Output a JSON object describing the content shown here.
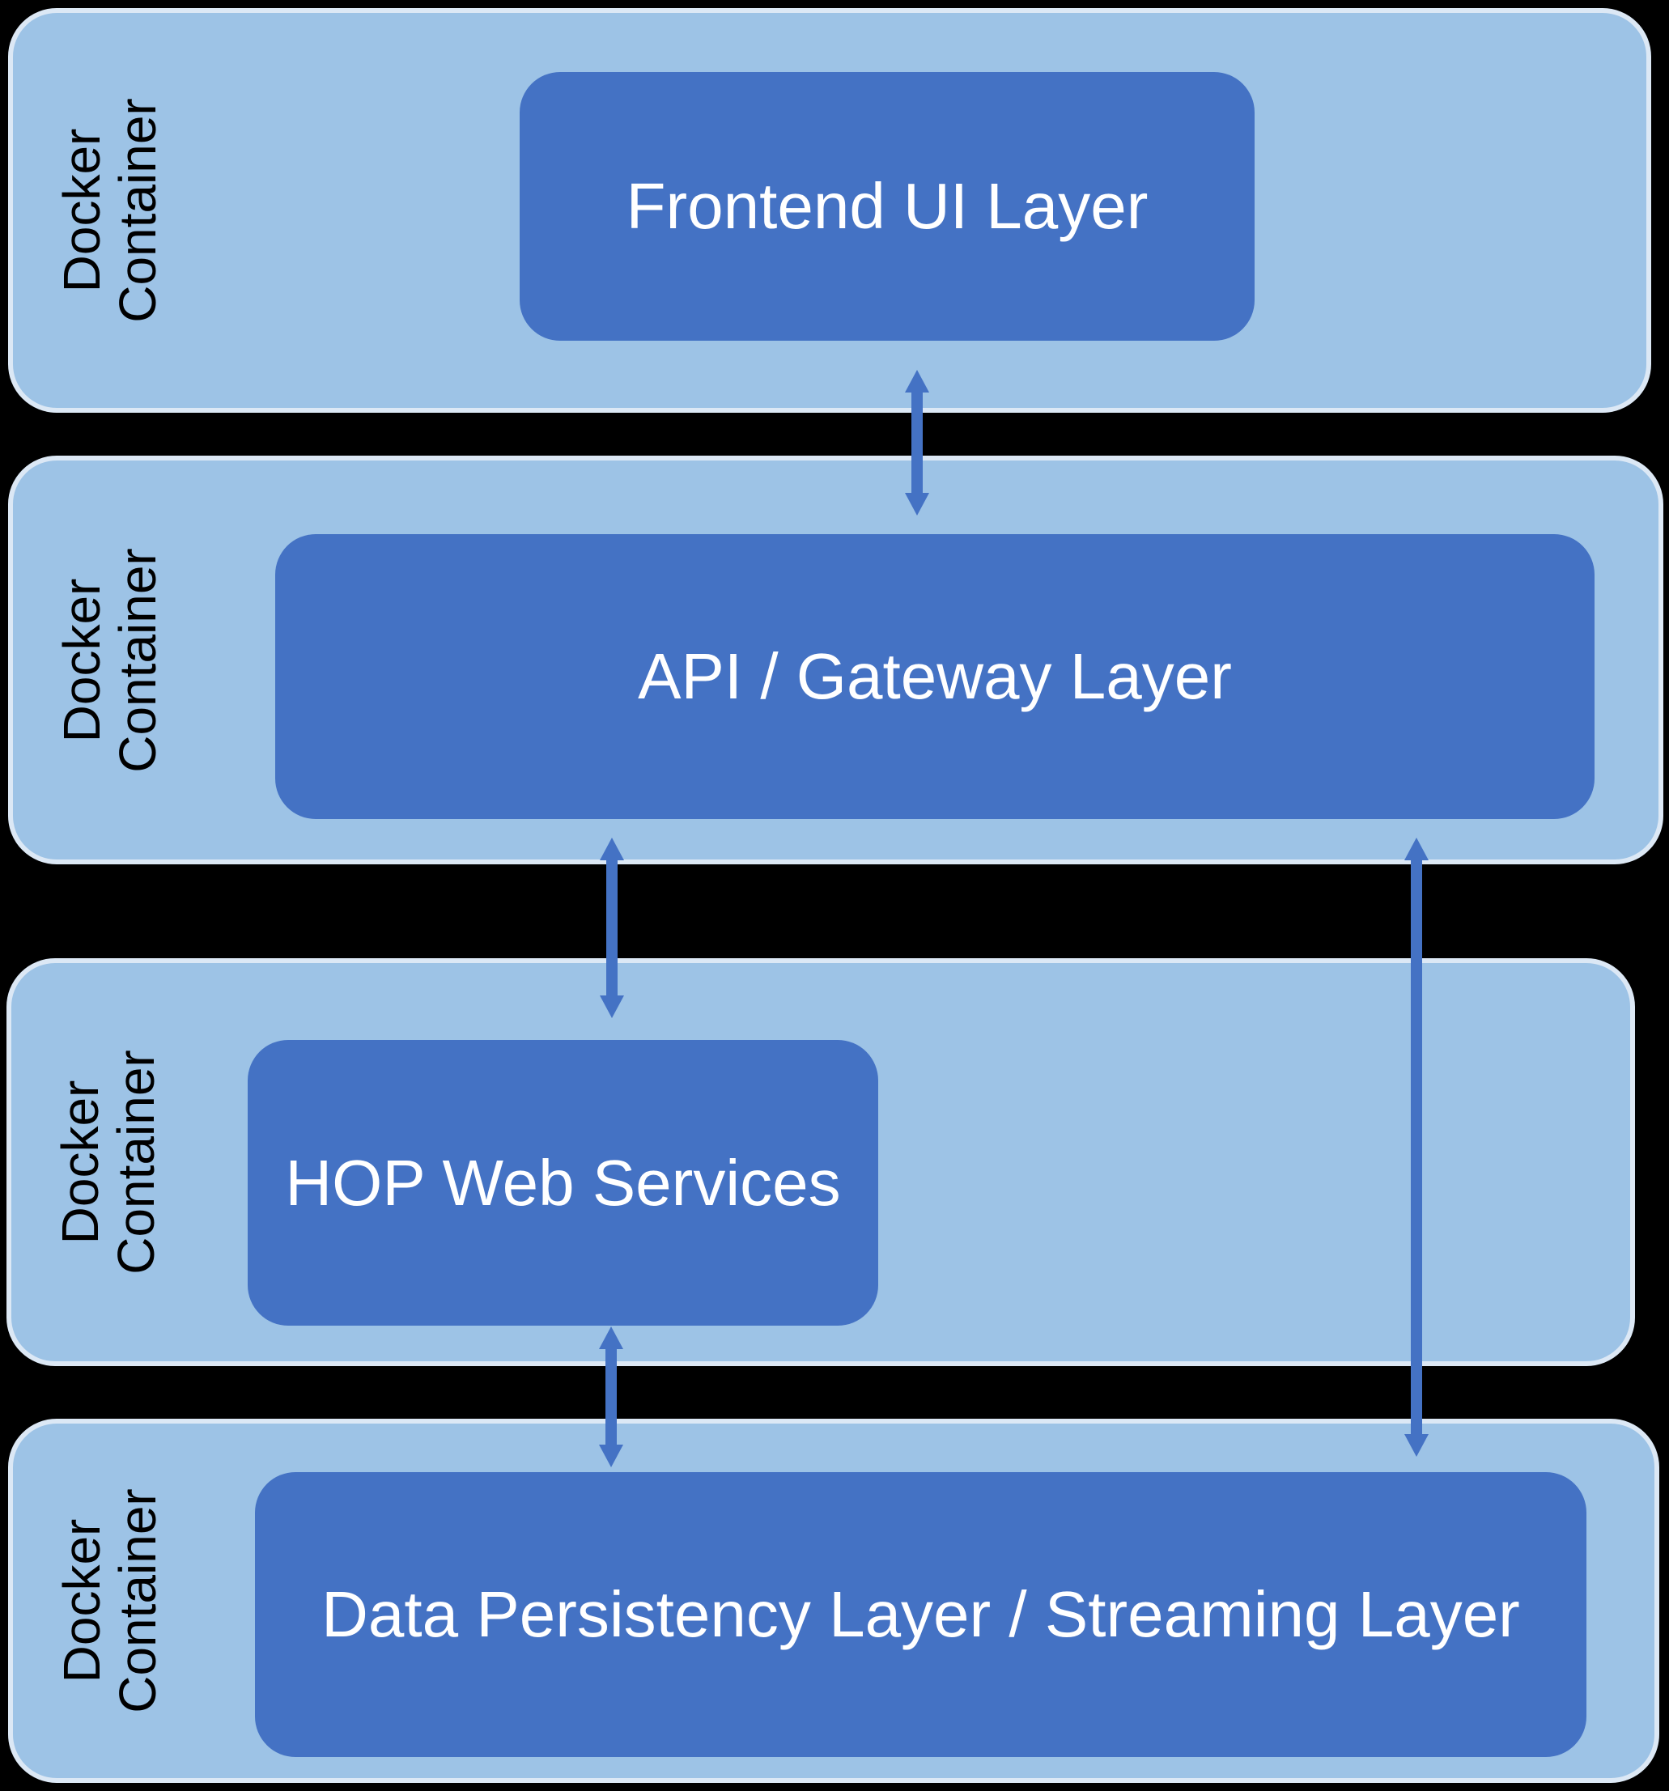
{
  "diagram": {
    "background": "#000000",
    "containers": [
      {
        "label_line1": "Docker",
        "label_line2": "Container",
        "box_label": "Frontend UI Layer"
      },
      {
        "label_line1": "Docker",
        "label_line2": "Container",
        "box_label": "API / Gateway Layer"
      },
      {
        "label_line1": "Docker",
        "label_line2": "Container",
        "box_label": "HOP Web Services"
      },
      {
        "label_line1": "Docker",
        "label_line2": "Container",
        "box_label": "Data Persistency Layer / Streaming Layer"
      }
    ],
    "connections": [
      {
        "from": "Frontend UI Layer",
        "to": "API / Gateway Layer",
        "bidirectional": true
      },
      {
        "from": "API / Gateway Layer",
        "to": "HOP Web Services",
        "bidirectional": true
      },
      {
        "from": "HOP Web Services",
        "to": "Data Persistency Layer / Streaming Layer",
        "bidirectional": true
      },
      {
        "from": "API / Gateway Layer",
        "to": "Data Persistency Layer / Streaming Layer",
        "bidirectional": true
      }
    ],
    "colors": {
      "container_fill": "#9DC3E6",
      "container_border": "#DCE8F5",
      "box_fill": "#4472C4",
      "box_text": "#FFFFFF",
      "label_text": "#000000",
      "arrow": "#4472C4"
    }
  }
}
